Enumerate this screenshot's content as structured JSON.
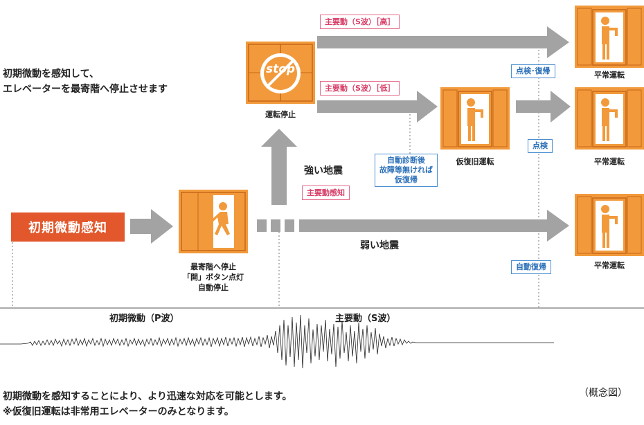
{
  "intro_line1": "初期微動を感知して、",
  "intro_line2": "エレベーターを最寄階へ停止させます",
  "initial_detect": "初期微動感知",
  "nearest_stop": {
    "line1": "最寄階へ停止",
    "line2": "「開」ボタン点灯",
    "line3": "自動停止"
  },
  "stop_icon_text": "stop",
  "operation_stop": "運転停止",
  "strong_quake": "強い地震",
  "main_motion_detect": "主要動感知",
  "weak_quake": "弱い地震",
  "main_high": "主要動（S波）［高］",
  "main_low": "主要動（S波）［低］",
  "diagnosis": {
    "line1": "自動診断後",
    "line2": "故障等無ければ",
    "line3": "仮復帰"
  },
  "temp_recovery": "仮復旧運転",
  "inspect_recover": "点検･復帰",
  "inspect": "点検",
  "auto_recover": "自動復帰",
  "normal_op_1": "平常運転",
  "normal_op_2": "平常運転",
  "normal_op_3": "平常運転",
  "p_wave": "初期微動（P波）",
  "s_wave": "主要動（S波）",
  "footer_line1": "初期微動を感知することにより、より迅速な対応を可能とします。",
  "footer_line2": "※仮復旧運転は非常用エレベーターのみとなります。",
  "concept_note": "（概念図）",
  "colors": {
    "orange": "#f29a3b",
    "dark_orange": "#c8661a",
    "red": "#e2572b",
    "gray": "#a3a3a3",
    "pink": "#d8406a",
    "blue": "#2a6fb8"
  }
}
